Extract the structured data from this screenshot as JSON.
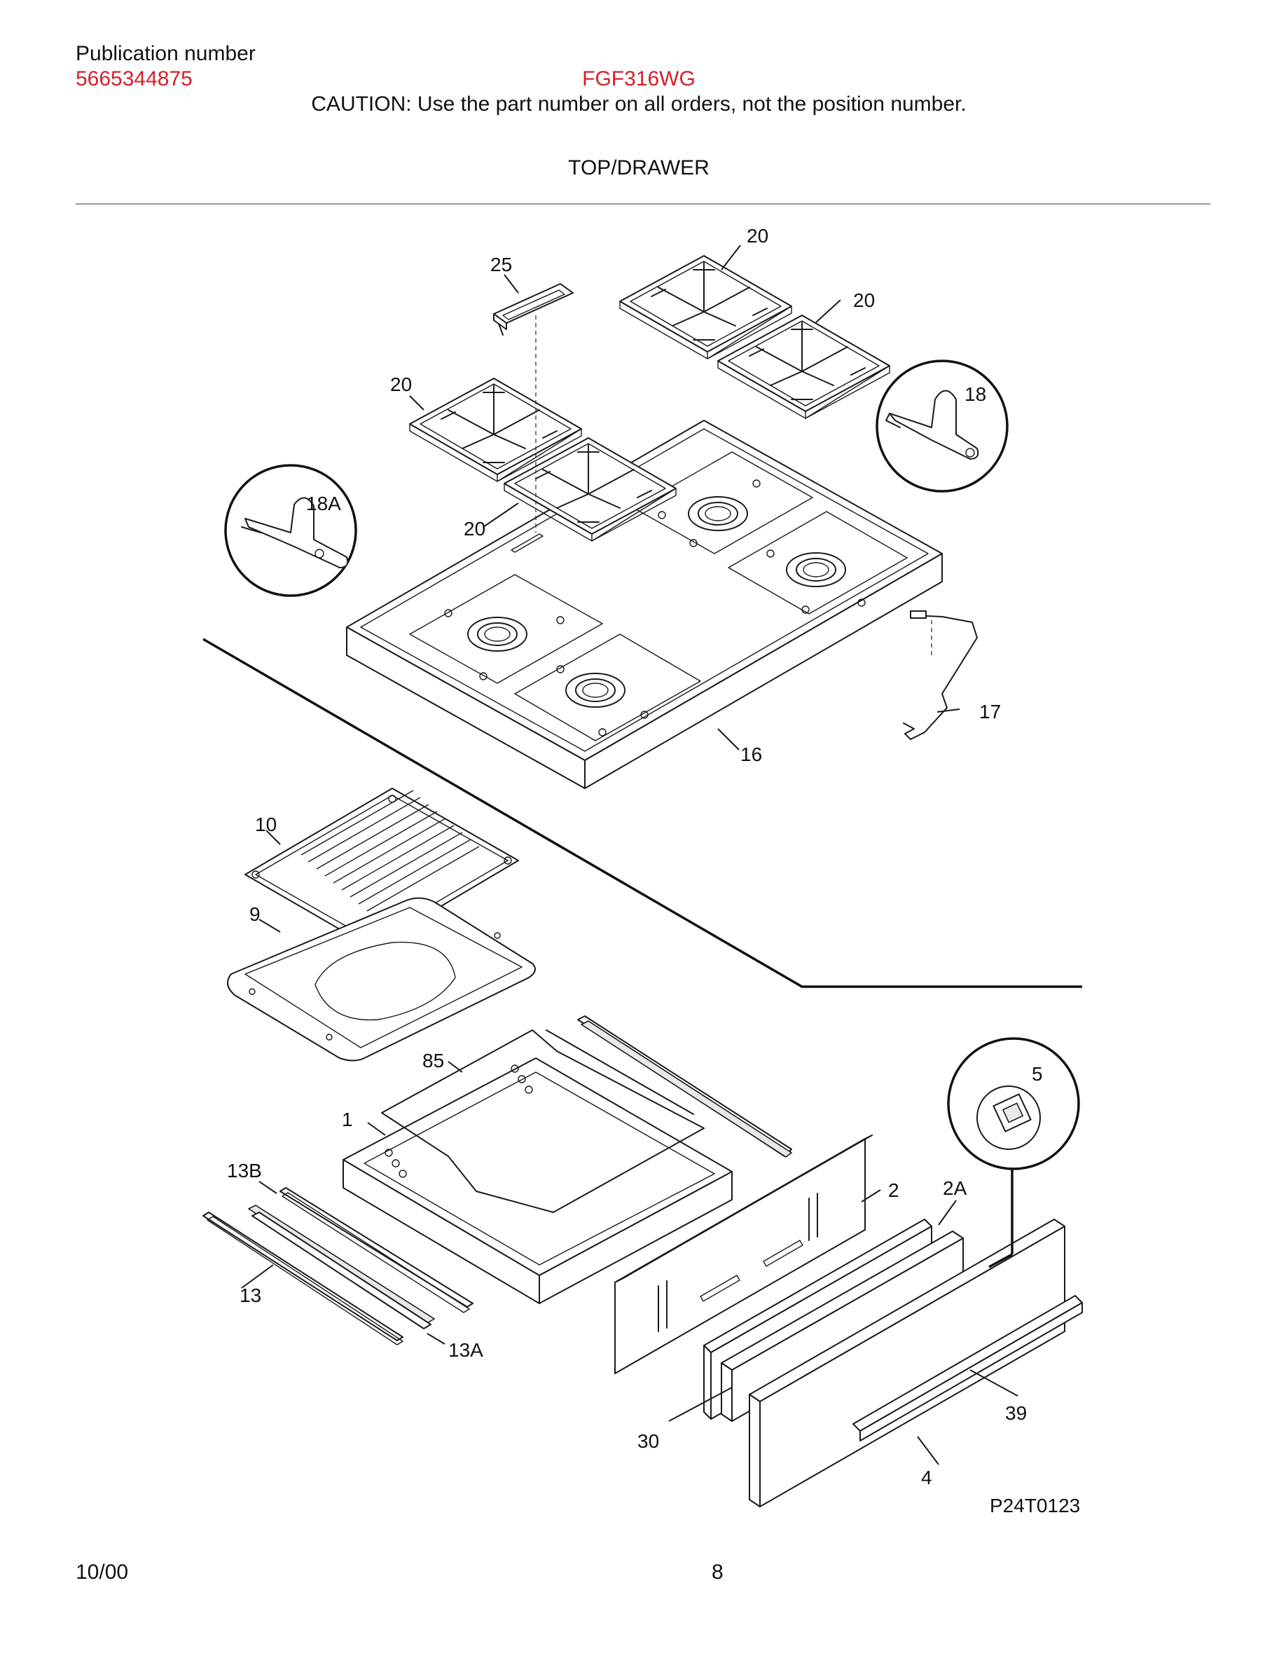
{
  "header": {
    "publication_label": "Publication number",
    "publication_number": "5665344875",
    "model": "FGF316WG",
    "caution": "CAUTION:  Use the part number on all orders, not the position number.",
    "section_title": "TOP/DRAWER"
  },
  "diagram": {
    "labels": {
      "p25": "25",
      "p20a": "20",
      "p20b": "20",
      "p20c": "20",
      "p20d": "20",
      "p18": "18",
      "p18a": "18A",
      "p17": "17",
      "p16": "16",
      "p10": "10",
      "p9": "9",
      "p85": "85",
      "p1": "1",
      "p5": "5",
      "p13b": "13B",
      "p13": "13",
      "p13a": "13A",
      "p2": "2",
      "p2a": "2A",
      "p30": "30",
      "p39": "39",
      "p4": "4"
    },
    "figure_id": "P24T0123"
  },
  "footer": {
    "date": "10/00",
    "page_number": "8"
  },
  "colors": {
    "accent_red": "#d41f2a",
    "rule_gray": "#9a9a9a"
  }
}
